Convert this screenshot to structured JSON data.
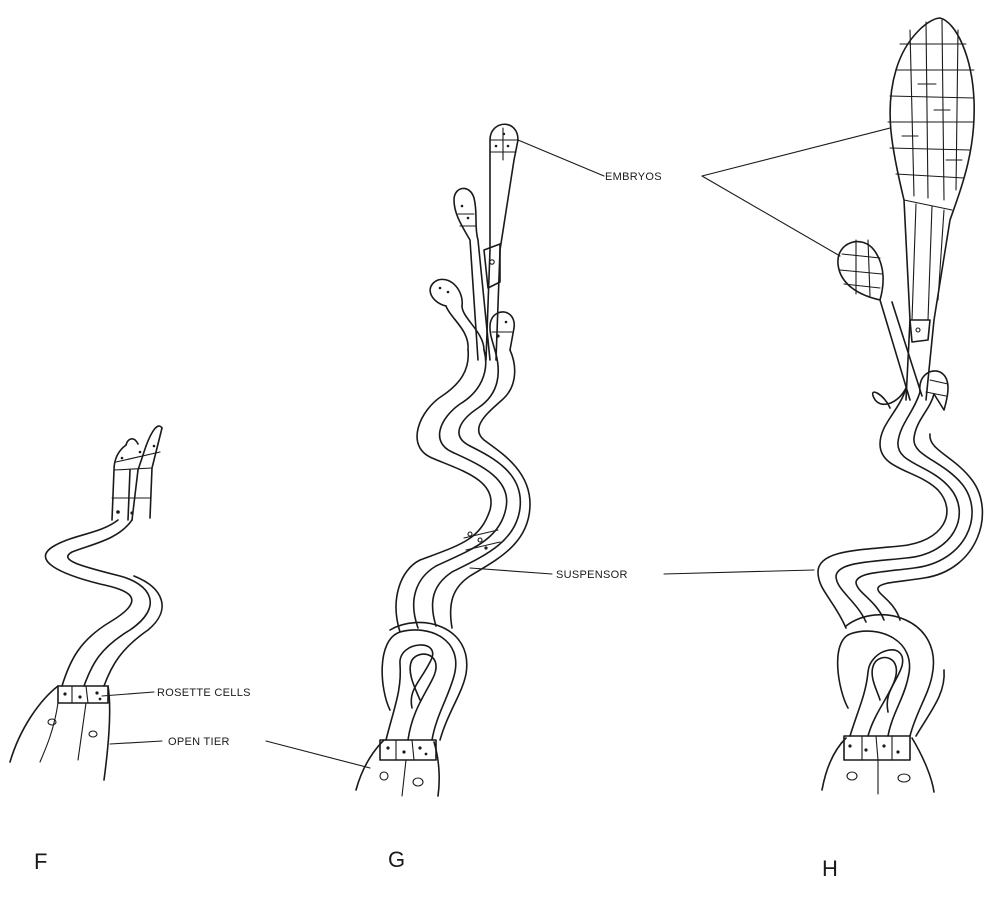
{
  "labels": {
    "embryos": "EMBRYOS",
    "suspensor": "SUSPENSOR",
    "rosette_cells": "ROSETTE CELLS",
    "open_tier": "OPEN TIER"
  },
  "figures": {
    "f": "F",
    "g": "G",
    "h": "H"
  }
}
